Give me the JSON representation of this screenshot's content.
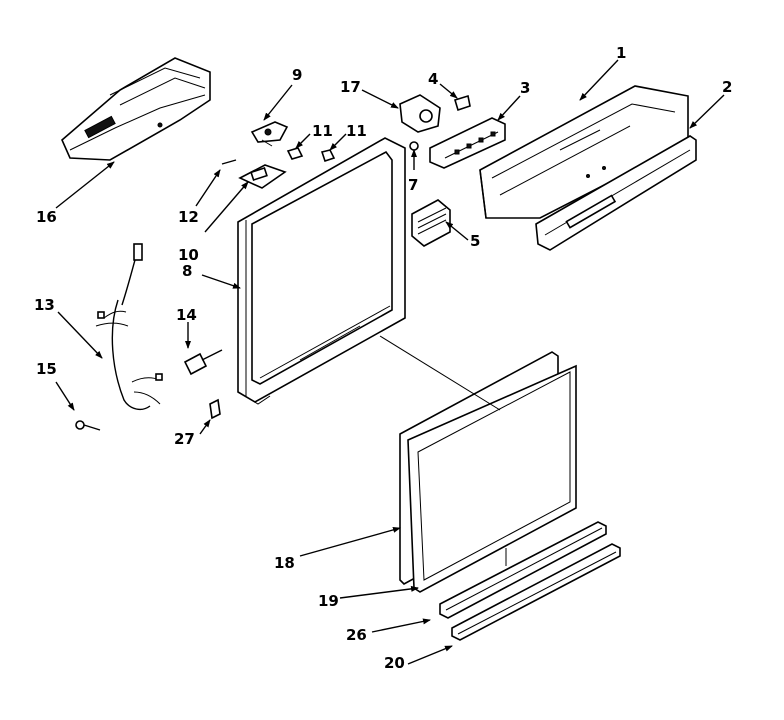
{
  "callouts": [
    {
      "key": "c1",
      "text": "1"
    },
    {
      "key": "c2",
      "text": "2"
    },
    {
      "key": "c3",
      "text": "3"
    },
    {
      "key": "c4",
      "text": "4"
    },
    {
      "key": "c5",
      "text": "5"
    },
    {
      "key": "c7",
      "text": "7"
    },
    {
      "key": "c8",
      "text": "8"
    },
    {
      "key": "c9",
      "text": "9"
    },
    {
      "key": "c10",
      "text": "10"
    },
    {
      "key": "c11a",
      "text": "11"
    },
    {
      "key": "c11b",
      "text": "11"
    },
    {
      "key": "c12",
      "text": "12"
    },
    {
      "key": "c13",
      "text": "13"
    },
    {
      "key": "c14",
      "text": "14"
    },
    {
      "key": "c15",
      "text": "15"
    },
    {
      "key": "c16",
      "text": "16"
    },
    {
      "key": "c17",
      "text": "17"
    },
    {
      "key": "c18",
      "text": "18"
    },
    {
      "key": "c19",
      "text": "19"
    },
    {
      "key": "c20",
      "text": "20"
    },
    {
      "key": "c26",
      "text": "26"
    },
    {
      "key": "c27",
      "text": "27"
    }
  ]
}
